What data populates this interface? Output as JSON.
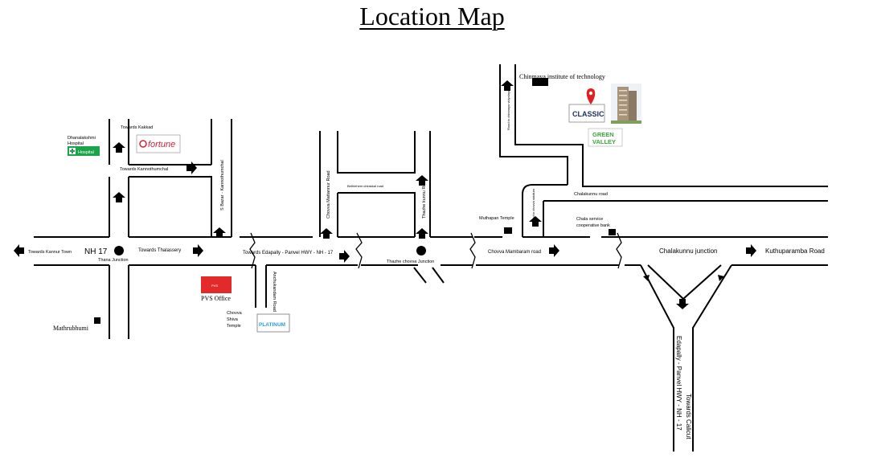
{
  "title": "Location Map",
  "labels": {
    "nh17": "NH 17",
    "towards_kannur": "Towards Kannur Town",
    "thana_junction": "Thana Junction",
    "towards_thalassery": "Towards Thalassery",
    "towards_edapally_hwy": "Towards Edapally - Panvel HWY - NH - 17",
    "thazhe_chovva_junction": "Thazhe chovva Junction",
    "chovva_mambaram_road": "Chovva Mambaram road",
    "chalakunnu_junction": "Chalakunnu junction",
    "kuthuparamba_road": "Kuthuparamba Road",
    "towards_kakkad": "Towards Kakkad",
    "dhanalakshmi_hospital": "Dhanalakshmi Hospital",
    "hospital_sign": "Hospital",
    "towards_kannothumchal": "Towards Kannothumchal",
    "s_bazar_kannothumchal": "S Bazar - Kannothumchal",
    "chovva_mattannur_road": "Chovva Mattannur Road",
    "bethlehem_road": "Bethlehem chirakkal road",
    "thazhe_kunnu_road": "Thazhe kunnu Road",
    "muthapan_temple": "Muthapan Temple",
    "road_to_chinmaya": "Road to chinmaya vidyalaya",
    "road_to_chovva": "Road to chovva stadium",
    "chalakunnu_road": "Chalakunnu road",
    "chala_service_bank": "Chala service cooperative bank",
    "chinmaya_institute": "Chinmaya institute of technology",
    "pvs_office": "PVS Office",
    "chovva_shiva_temple": "Chovva Shiva Temple",
    "anchukandam_road": "Anchukandam Road",
    "mathrubhumi": "Mathrubhumi",
    "edapally_panvel_nh17": "Edapally - Panvel HWY - NH - 17",
    "towards_calicut": "Towards Calicut"
  },
  "logos": {
    "fortune": "fortune",
    "classic": "CLASSIC",
    "green_valley_1": "GREEN",
    "green_valley_2": "VALLEY",
    "platinum": "PLATINUM",
    "pvs": "PVS"
  },
  "colors": {
    "road": "#000000",
    "pin": "#e02020",
    "hospital_green": "#1aa34a",
    "pvs_red": "#e32a2a",
    "fortune_red": "#d6203b",
    "green_valley": "#3aa53a",
    "platinum_blue": "#2a9fd6",
    "classic_navy": "#1c2e5e"
  }
}
